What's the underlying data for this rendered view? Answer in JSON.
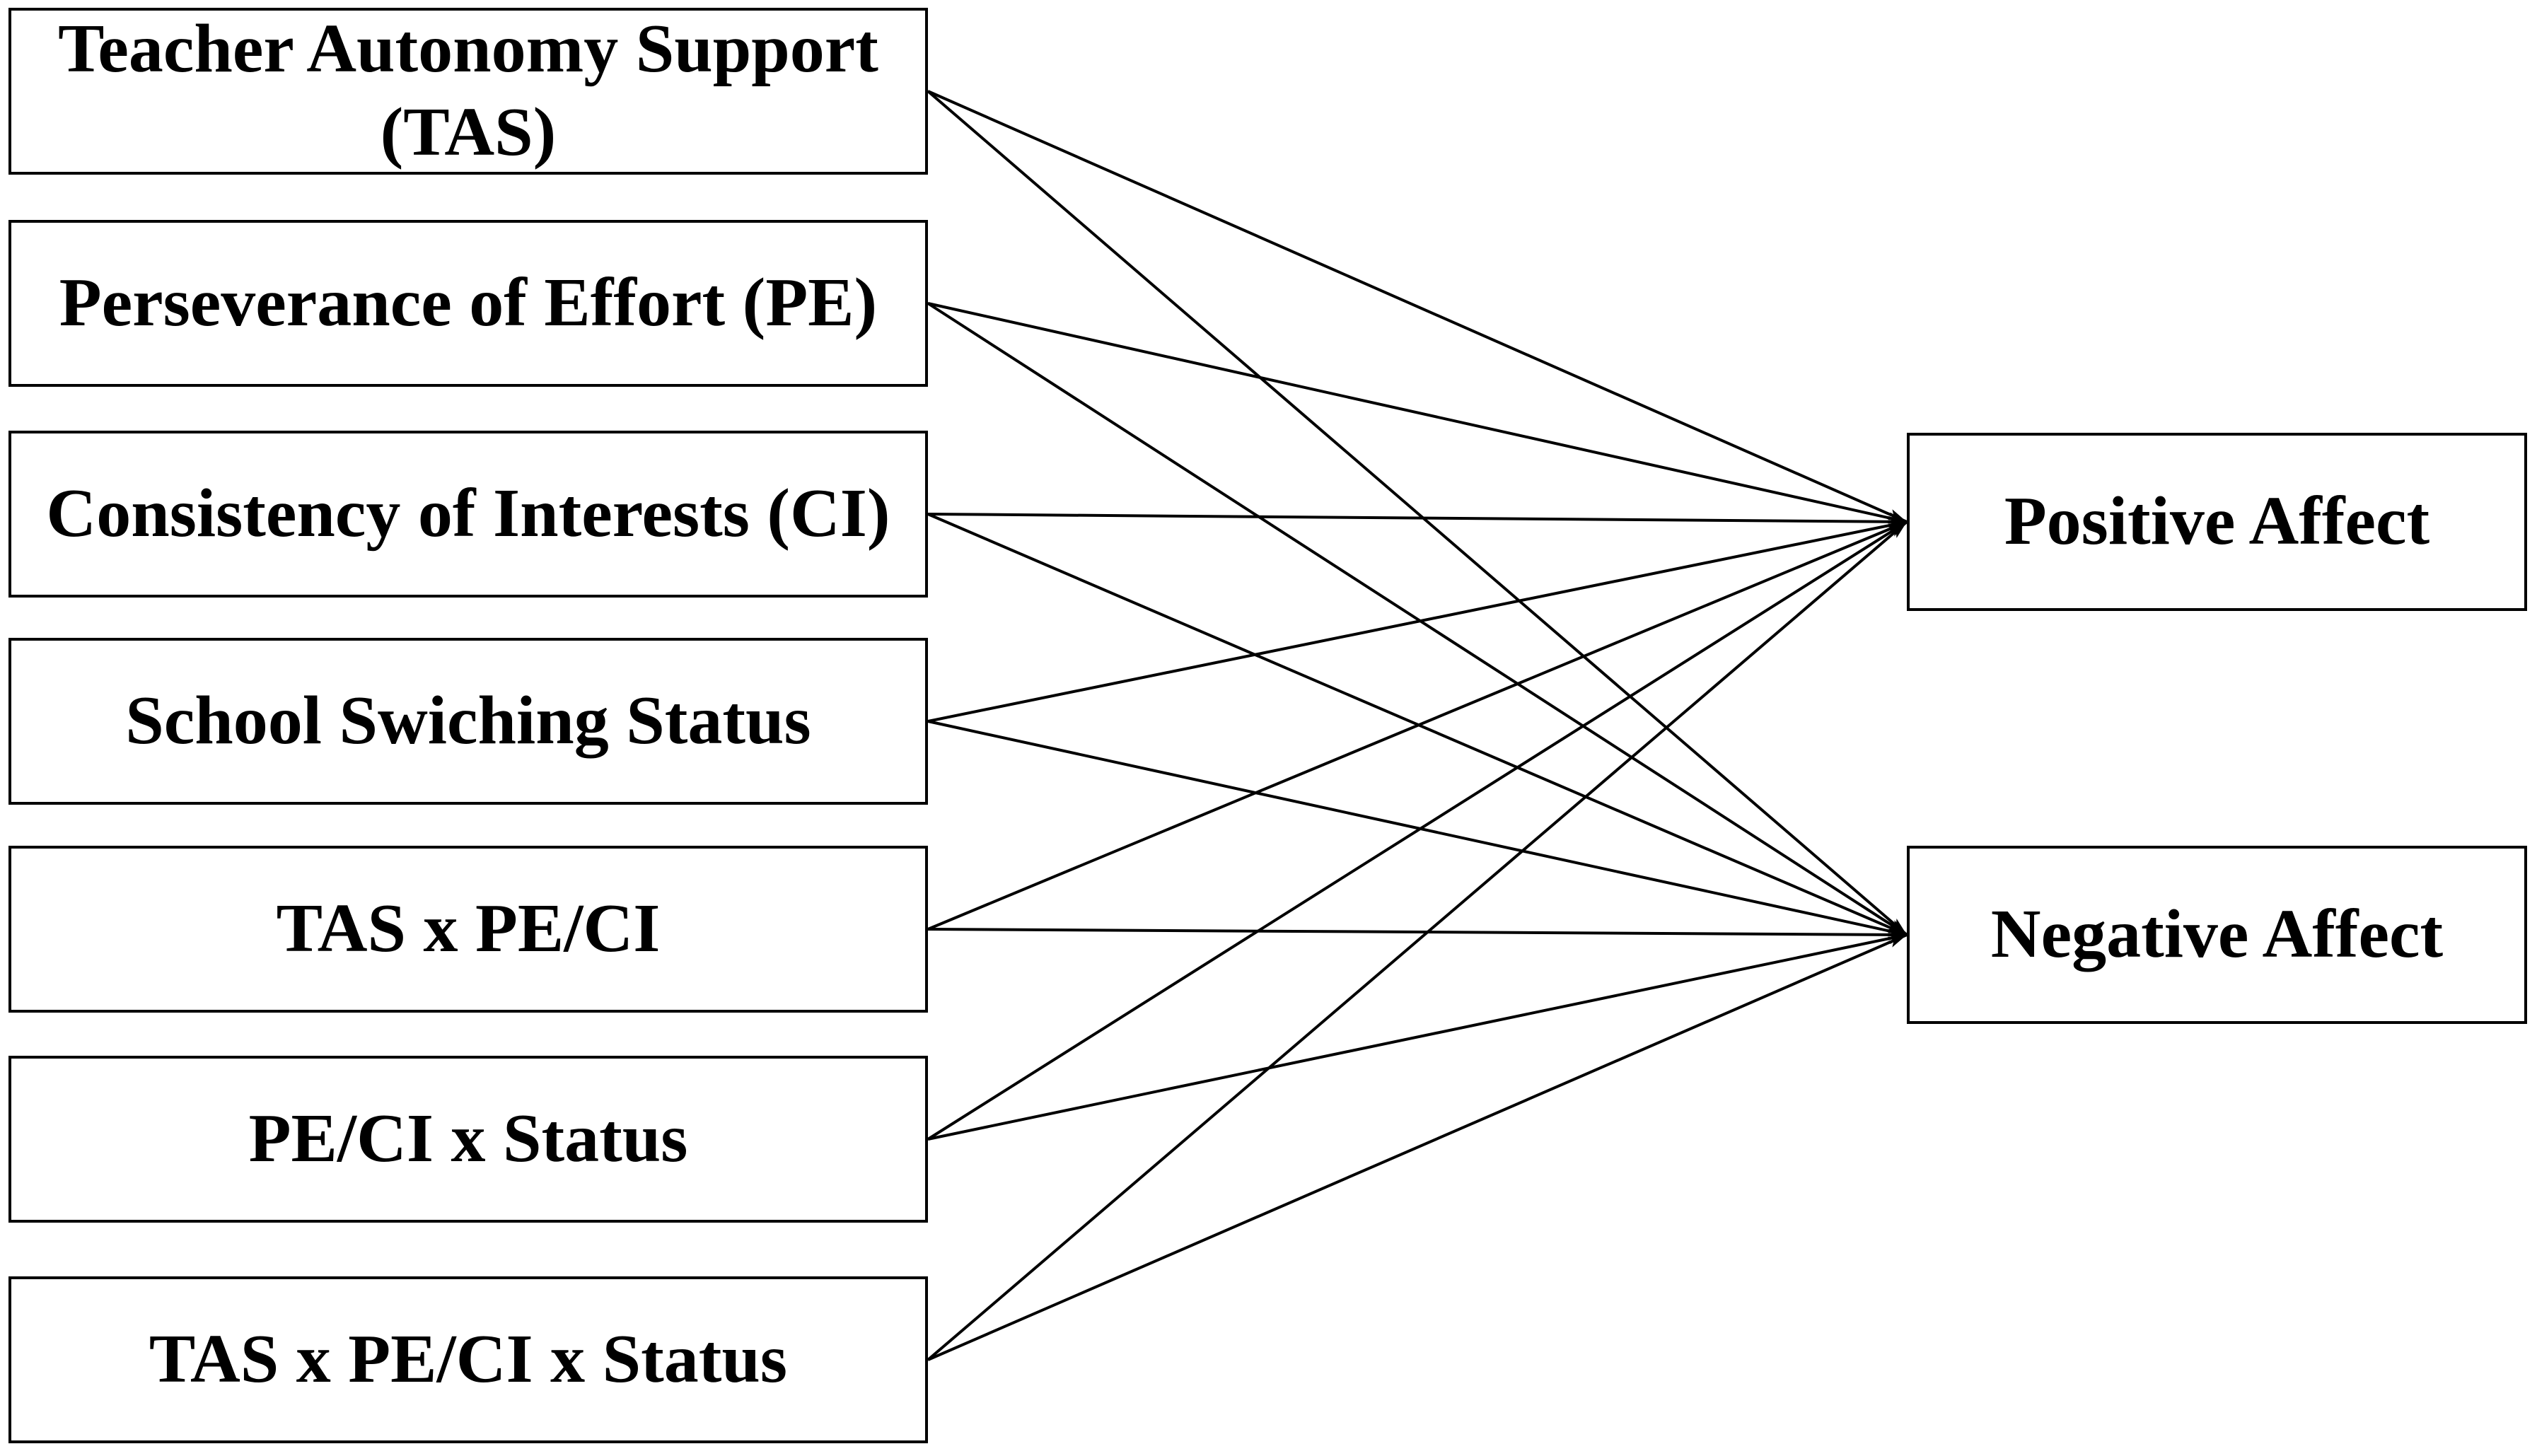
{
  "predictors": [
    {
      "label": "Teacher Autonomy Support (TAS)"
    },
    {
      "label": "Perseverance of Effort (PE)"
    },
    {
      "label": "Consistency of Interests (CI)"
    },
    {
      "label": "School Swiching Status"
    },
    {
      "label": "TAS x PE/CI"
    },
    {
      "label": "PE/CI x Status"
    },
    {
      "label": "TAS x PE/CI x Status"
    }
  ],
  "outcomes": [
    {
      "label": "Positive Affect"
    },
    {
      "label": "Negative Affect"
    }
  ],
  "paths": [
    {
      "from": 0,
      "to": 0
    },
    {
      "from": 0,
      "to": 1
    },
    {
      "from": 1,
      "to": 0
    },
    {
      "from": 1,
      "to": 1
    },
    {
      "from": 2,
      "to": 0
    },
    {
      "from": 2,
      "to": 1
    },
    {
      "from": 3,
      "to": 0
    },
    {
      "from": 3,
      "to": 1
    },
    {
      "from": 4,
      "to": 0
    },
    {
      "from": 4,
      "to": 1
    },
    {
      "from": 5,
      "to": 0
    },
    {
      "from": 5,
      "to": 1
    },
    {
      "from": 6,
      "to": 0
    },
    {
      "from": 6,
      "to": 1
    }
  ],
  "colors": {
    "stroke": "#000000",
    "text": "#000000",
    "background": "#ffffff"
  }
}
